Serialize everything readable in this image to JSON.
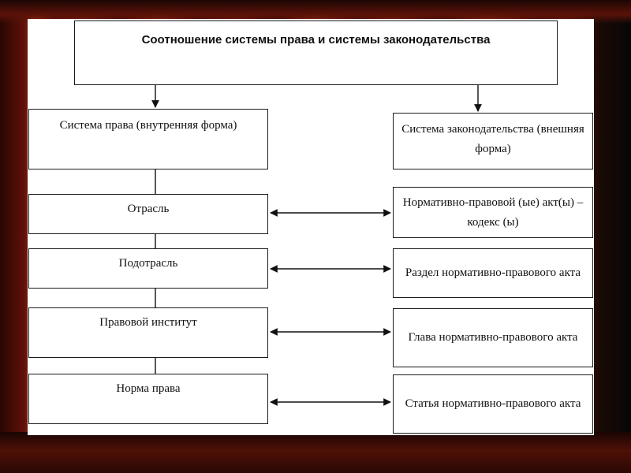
{
  "title": "Соотношение системы права и системы законодательства",
  "left_column": [
    "Система права (внутренняя форма)",
    "Отрасль",
    "Подотрасль",
    "Правовой институт",
    "Норма права"
  ],
  "right_column": [
    "Система законодательства (внешняя форма)",
    "Нормативно-правовой (ые) акт(ы) – кодекс (ы)",
    "Раздел нормативно-правового акта",
    "Глава нормативно-правового акта",
    "Статья нормативно-правового акта"
  ],
  "colors": {
    "stage": "#ffffff",
    "line": "#111111",
    "curtain": "#7a1a0b"
  }
}
